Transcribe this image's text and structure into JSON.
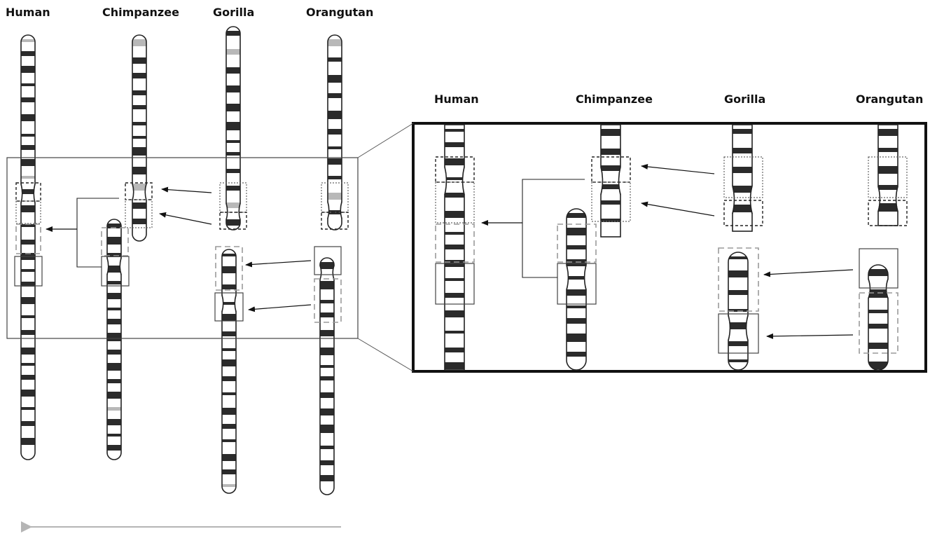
{
  "overview": {
    "labels": [
      "Human",
      "Chimpanzee",
      "Gorilla",
      "Orangutan"
    ]
  },
  "zoom": {
    "labels": [
      "Human",
      "Chimpanzee",
      "Gorilla",
      "Orangutan"
    ]
  },
  "colors": {
    "band_dark": "#2b2b2b",
    "band_light_gray": "#b8b8b8",
    "outline": "#222222",
    "box_gray": "#9a9a9a",
    "arrow_gray": "#b5b5b5"
  }
}
